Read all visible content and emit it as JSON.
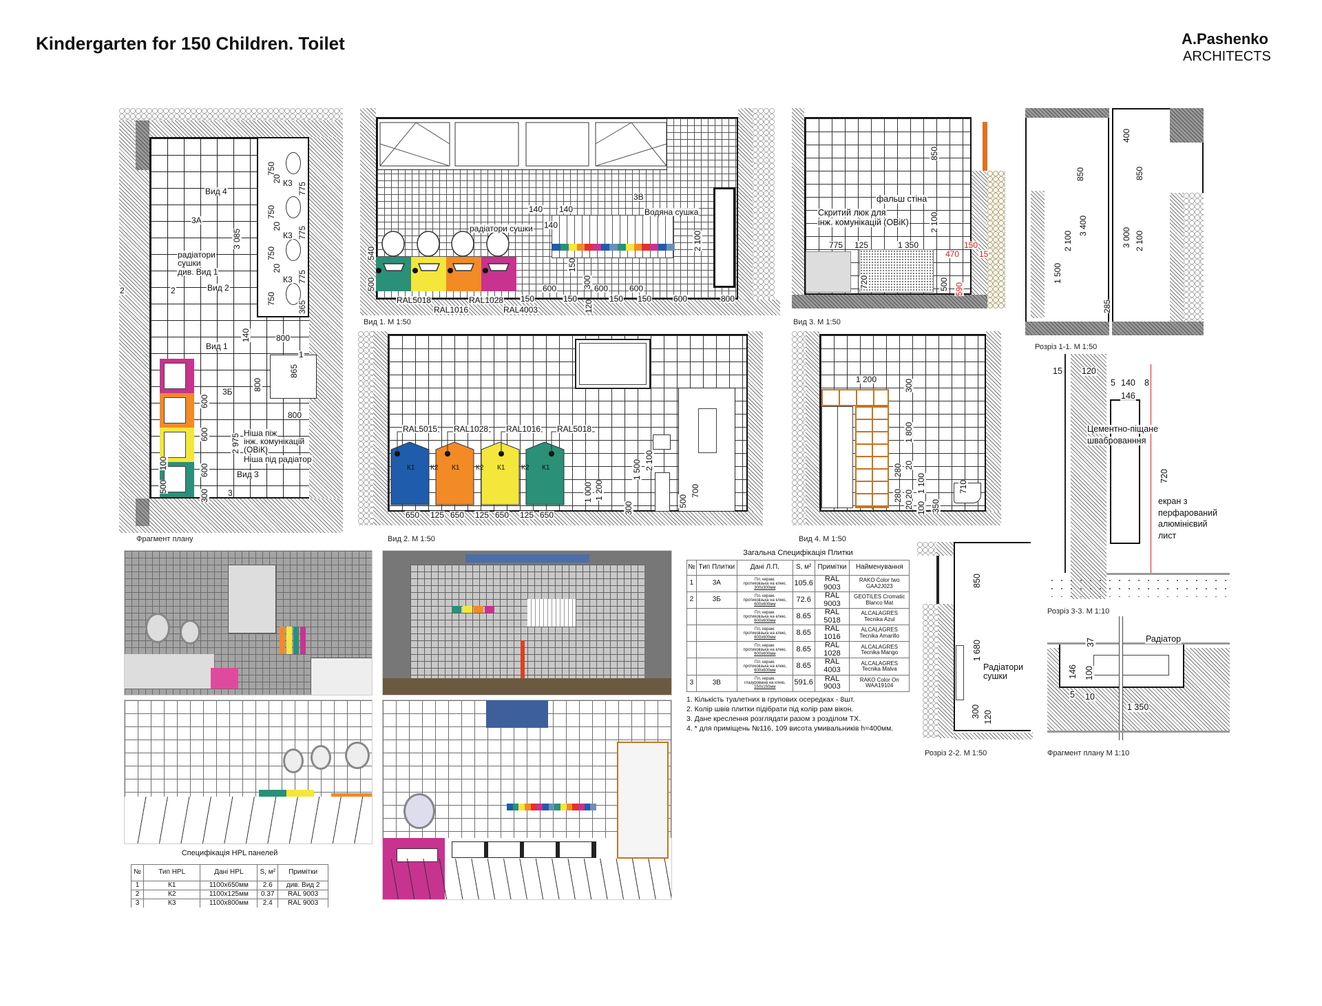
{
  "sheet": {
    "title": "Kindergarten for 150 Children. Toilet",
    "logo_line1": "A.Pashenko",
    "logo_line2": "ARCHITECTS"
  },
  "colors": {
    "teal": "#2a9078",
    "yellow": "#f5e63c",
    "orange": "#f28a26",
    "magenta": "#c8338f",
    "blue": "#1f5cab",
    "red_dim": "#e02020",
    "orange_line": "#e07020"
  },
  "drawings": {
    "plan": {
      "caption": "Фрагмент плану",
      "labels": [
        "Вид 4",
        "3А",
        "3 085",
        "радіатори",
        "сушки",
        "див. Вид 1",
        "Вид 2",
        "Вид 1",
        "140",
        "800",
        "865",
        "800",
        "3Б",
        "800",
        "600",
        "600",
        "600",
        "2 975",
        "Ніша піж",
        "інж. комунікацій",
        "(ОВіК)",
        "Ніша під радіатор",
        "Вид 3",
        "300",
        "750",
        "750",
        "750",
        "750",
        "К3",
        "К3",
        "К3",
        "775",
        "775",
        "775",
        "20",
        "20",
        "20",
        "365",
        "2",
        "2",
        "1",
        "3",
        "100",
        "500"
      ]
    },
    "view1": {
      "caption": "Вид 1. М 1:50",
      "labels": [
        "3В",
        "140",
        "140",
        "140",
        "Водяна сушка",
        "радіатори сушки",
        "2 100",
        "540",
        "500",
        "150",
        "300",
        "600",
        "600",
        "600",
        "150",
        "150",
        "120",
        "150",
        "150",
        "600",
        "800",
        "RAL5018",
        "RAL1016",
        "RAL1028",
        "RAL4003"
      ]
    },
    "view3": {
      "caption": "Вид 3. М 1:50",
      "labels": [
        "850",
        "2 100",
        "фальш стіна",
        "Скритий люк для",
        "інж. комунікацій (ОВіК)",
        "775",
        "125",
        "1 350",
        "470",
        "150",
        "15",
        "720",
        "500",
        "590"
      ]
    },
    "section11": {
      "caption": "Розріз 1-1. М 1:50",
      "labels": [
        "850",
        "3 400",
        "2 100",
        "1 500",
        "285",
        "400",
        "850",
        "3 000",
        "2 100"
      ]
    },
    "view2": {
      "caption": "Вид 2. М 1:50",
      "labels": [
        "RAL5015",
        "RAL1028",
        "RAL1016",
        "RAL5018",
        "К1",
        "К1",
        "К1",
        "К1",
        "К2",
        "К2",
        "К2",
        "650",
        "650",
        "650",
        "650",
        "125",
        "125",
        "125",
        "1 000",
        "1 200",
        "1 500",
        "2 100",
        "300",
        "500",
        "700"
      ]
    },
    "view4": {
      "caption": "Вид 4. М 1:50",
      "labels": [
        "1 200",
        "300",
        "1 800",
        "280",
        "20",
        "280",
        "20",
        "20",
        "1 100",
        "100",
        "350",
        "710"
      ]
    },
    "section33": {
      "caption": "Розріз 3-3. М 1:10",
      "labels": [
        "15",
        "120",
        "5",
        "140",
        "8",
        "146",
        "Цементно-піщане",
        "шваброванння",
        "720",
        "екран з",
        "перфарований",
        "алюмінієвий",
        "лист"
      ]
    },
    "fragment110": {
      "caption": "Фрагмент плану М 1:10",
      "labels": [
        "Радіатор",
        "37",
        "146",
        "100",
        "5",
        "10",
        "1 350"
      ]
    },
    "section22": {
      "caption": "Розріз 2-2. М 1:50",
      "labels": [
        "850",
        "1 680",
        "Радіатори",
        "сушки",
        "300",
        "120"
      ]
    }
  },
  "tile_spec": {
    "title": "Загальна Специфікація Плитки",
    "headers": [
      "№",
      "Тип Плитки",
      "Дані Л.П.",
      "S, м²",
      "Примітки",
      "Найменування"
    ],
    "rows": [
      {
        "n": "1",
        "type": "3А",
        "data1": "Пл. керам.",
        "data2": "протиковзька на клею,",
        "data3": "300x300мм",
        "s": "105.6",
        "note": "RAL 9003",
        "name1": "RAKO Color two",
        "name2": "GAA2J023"
      },
      {
        "n": "2",
        "type": "3Б",
        "data1": "Пл. керам.",
        "data2": "протиковзька на клею,",
        "data3": "600x600мм",
        "s": "72.6",
        "note": "RAL 9003",
        "name1": "GEOTILES Cromatic",
        "name2": "Blanco Mat"
      },
      {
        "n": "",
        "type": "",
        "data1": "Пл. керам.",
        "data2": "протиковзька на клею,",
        "data3": "600x600мм",
        "s": "8.65",
        "note": "RAL 5018",
        "name1": "ALCALAGRES",
        "name2": "Tecnika Azul"
      },
      {
        "n": "",
        "type": "",
        "data1": "Пл. керам.",
        "data2": "протиковзька на клею,",
        "data3": "600x600мм",
        "s": "8.65",
        "note": "RAL 1016",
        "name1": "ALCALAGRES",
        "name2": "Tecnika Amarillo"
      },
      {
        "n": "",
        "type": "",
        "data1": "Пл. керам.",
        "data2": "протиковзька на клею,",
        "data3": "600x600мм",
        "s": "8.65",
        "note": "RAL 1028",
        "name1": "ALCALAGRES",
        "name2": "Tecnika Mango"
      },
      {
        "n": "",
        "type": "",
        "data1": "Пл. керам.",
        "data2": "протиковзька на клею,",
        "data3": "600x600мм",
        "s": "8.65",
        "note": "RAL 4003",
        "name1": "ALCALAGRES",
        "name2": "Tecnika Malva"
      },
      {
        "n": "3",
        "type": "3В",
        "data1": "Пл. керам.",
        "data2": "глазурована на клею,",
        "data3": "150x150мм",
        "s": "591.6",
        "note": "RAL 9003",
        "name1": "RAKO Color On",
        "name2": "WAA19104"
      }
    ]
  },
  "notes": [
    "1. Кількість туалетних в групових осередках - 8шт.",
    "2. Колір швів плитки підібрати під колір рам вікон.",
    "3. Дане креслення розглядати разом з розділом ТХ.",
    "4. * для приміщень №116, 109  висота умивальників h=400мм."
  ],
  "hpl_spec": {
    "title": "Специфікація HPL панелей",
    "headers": [
      "№",
      "Тип HPL",
      "Дані HPL",
      "S, м²",
      "Примітки"
    ],
    "rows": [
      {
        "n": "1",
        "type": "К1",
        "data": "1100x650мм",
        "s": "2.6",
        "note": "див. Вид 2"
      },
      {
        "n": "2",
        "type": "К2",
        "data": "1100x125мм",
        "s": "0.37",
        "note": "RAL 9003"
      },
      {
        "n": "3",
        "type": "К3",
        "data": "1100x800мм",
        "s": "2.4",
        "note": "RAL 9003"
      }
    ]
  }
}
